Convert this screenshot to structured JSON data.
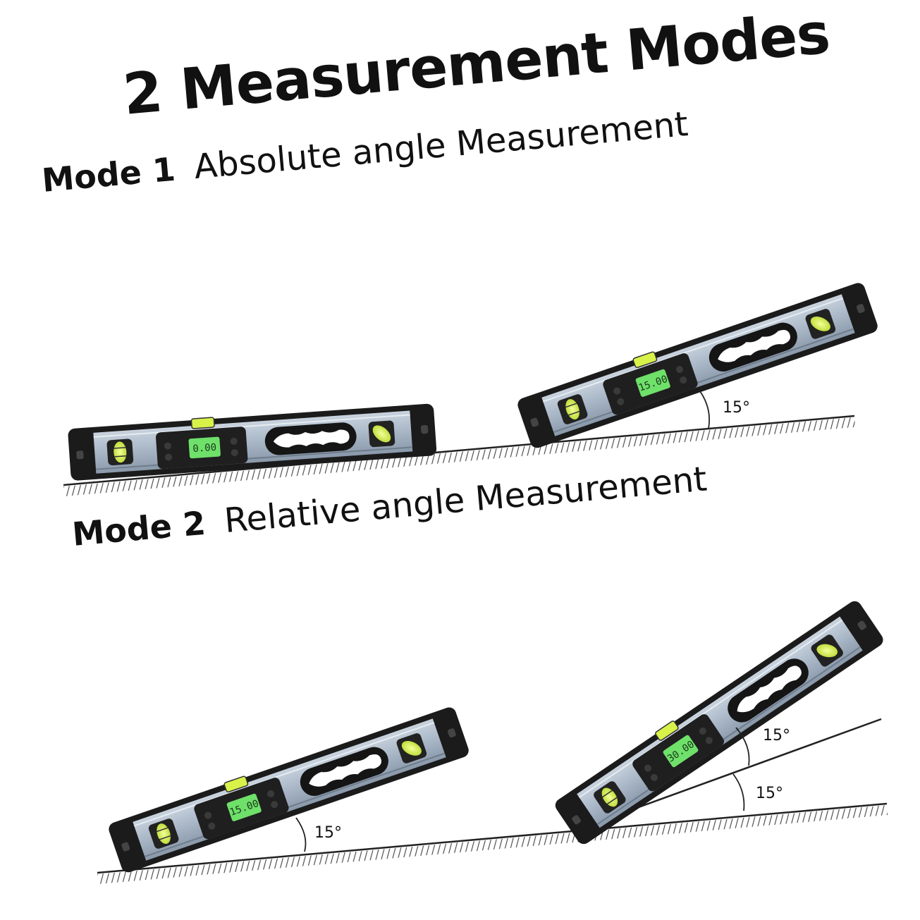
{
  "headline": "2 Measurement Modes",
  "modes": [
    {
      "label": "Mode 1",
      "description": "Absolute angle Measurement"
    },
    {
      "label": "Mode 2",
      "description": "Relative angle Measurement"
    }
  ],
  "levels": [
    {
      "display": "0.00"
    },
    {
      "display": "15.00"
    },
    {
      "display": "15.00"
    },
    {
      "display": "30.00"
    }
  ],
  "angle_labels": [
    "15°",
    "15°",
    "15°",
    "15°"
  ],
  "colors": {
    "body": "#a8b6c6",
    "end_caps": "#1a1a1a",
    "lcd": "#6fe06a",
    "bubble_vial": "#d9f24a",
    "ground_hatch": "#444444"
  }
}
